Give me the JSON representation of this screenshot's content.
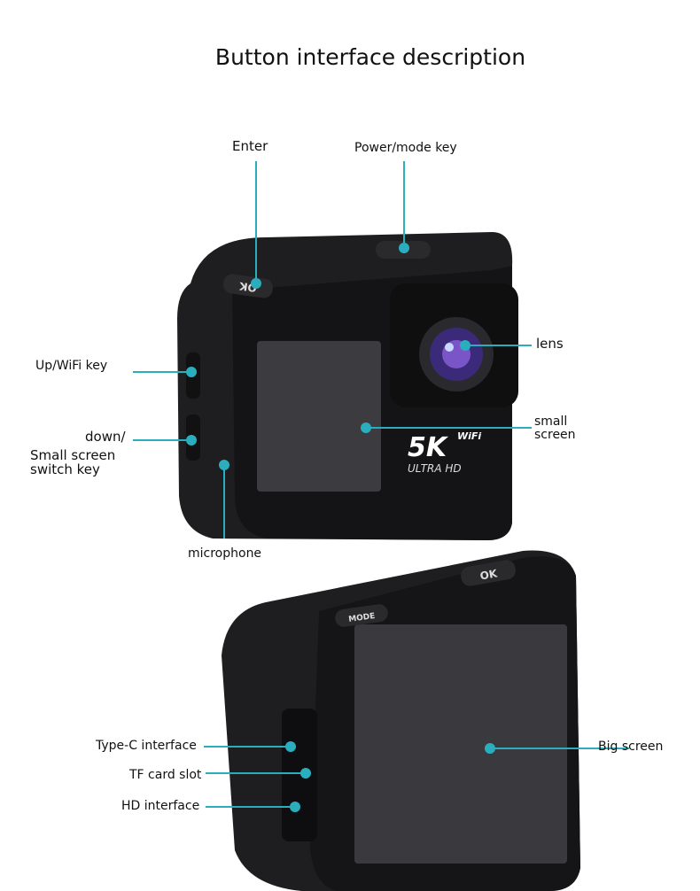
{
  "title": "Button interface description",
  "labels": {
    "enter": "Enter",
    "power_mode": "Power/mode key",
    "up_wifi": "Up/WiFi key",
    "down": "down/",
    "small_switch_1": "Small screen",
    "small_switch_2": "switch key",
    "microphone": "microphone",
    "lens": "lens",
    "small_screen_1": "small",
    "small_screen_2": "screen",
    "type_c": "Type-C interface",
    "tf_card": "TF card slot",
    "hd": "HD interface",
    "big_screen": "Big screen"
  },
  "camera_markings": {
    "ok": "OK",
    "mode": "MODE",
    "brand_5k": "5K",
    "wifi": "WiFi",
    "ultra_hd": "ULTRA HD"
  },
  "colors": {
    "callout": "#2aaebe",
    "body": "#1c1c1e",
    "screen": "#3a3a3c"
  }
}
